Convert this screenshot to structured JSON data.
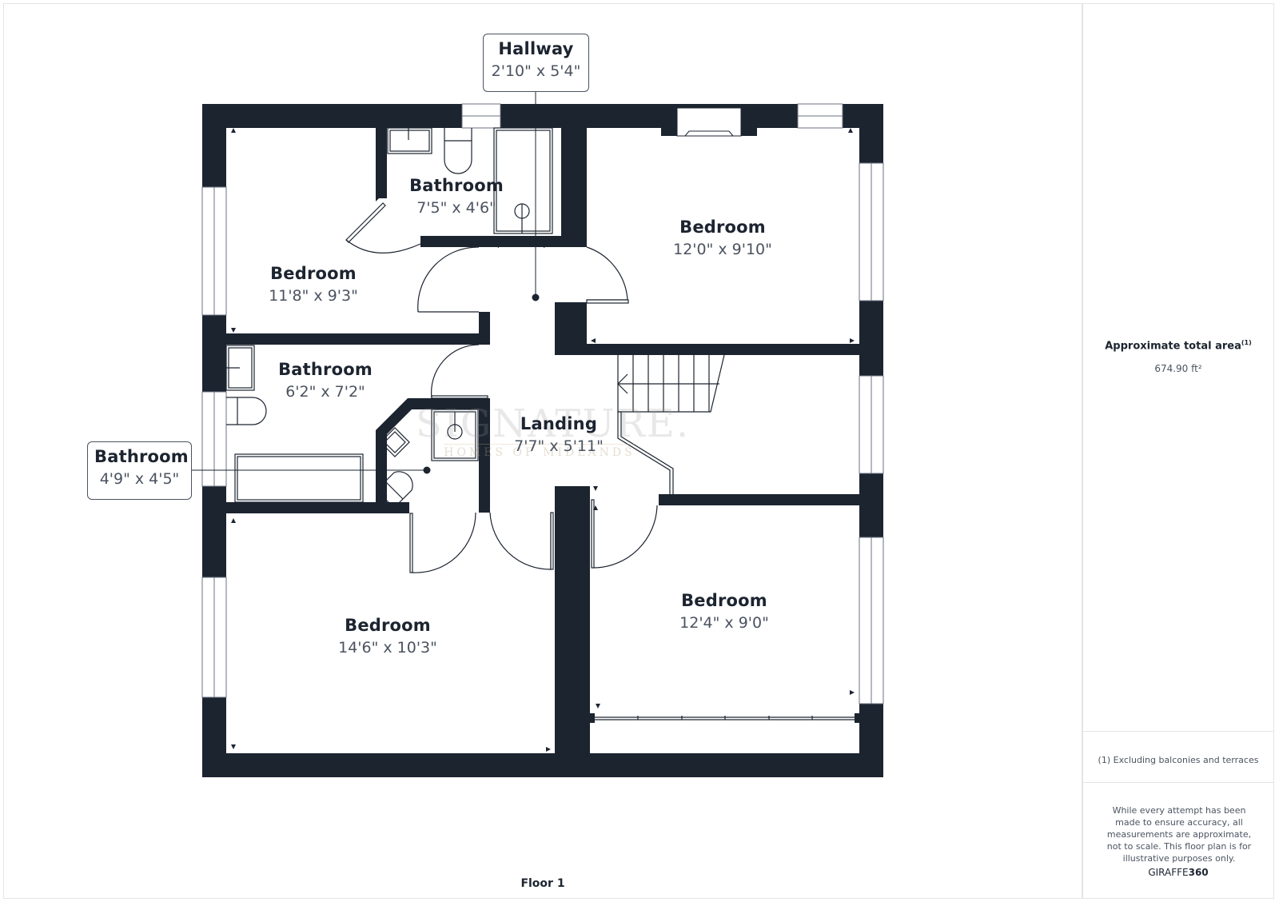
{
  "floor_plan": {
    "floor_label": "Floor 1",
    "wall_color": "#1c2430",
    "rooms": [
      {
        "id": "hallway",
        "name": "Hallway",
        "dims": "2'10\" x 5'4\"",
        "style": "callout"
      },
      {
        "id": "bathroom-top",
        "name": "Bathroom",
        "dims": "7'5\" x 4'6\""
      },
      {
        "id": "bedroom-top-left",
        "name": "Bedroom",
        "dims": "11'8\" x 9'3\""
      },
      {
        "id": "bedroom-top-right",
        "name": "Bedroom",
        "dims": "12'0\" x 9'10\""
      },
      {
        "id": "bathroom-middle",
        "name": "Bathroom",
        "dims": "6'2\" x 7'2\""
      },
      {
        "id": "landing",
        "name": "Landing",
        "dims": "7'7\" x 5'11\""
      },
      {
        "id": "bathroom-small",
        "name": "Bathroom",
        "dims": "4'9\" x 4'5\"",
        "style": "callout"
      },
      {
        "id": "bedroom-bottom-left",
        "name": "Bedroom",
        "dims": "14'6\" x 10'3\""
      },
      {
        "id": "bedroom-bottom-right",
        "name": "Bedroom",
        "dims": "12'4\" x 9'0\""
      }
    ]
  },
  "watermark": {
    "main": "SIGNATURE.",
    "sub": "HOMES OF MIDLANDS"
  },
  "side_panel": {
    "area_title": "Approximate total area",
    "area_footnote_marker": "(1)",
    "area_value": "674.90 ft²",
    "footnote": "(1) Excluding balconies and terraces",
    "disclaimer": "While every attempt has been made to ensure accuracy, all measurements are approximate, not to scale. This floor plan is for illustrative purposes only.",
    "brand_light": "GIRAFFE",
    "brand_bold": "360"
  }
}
